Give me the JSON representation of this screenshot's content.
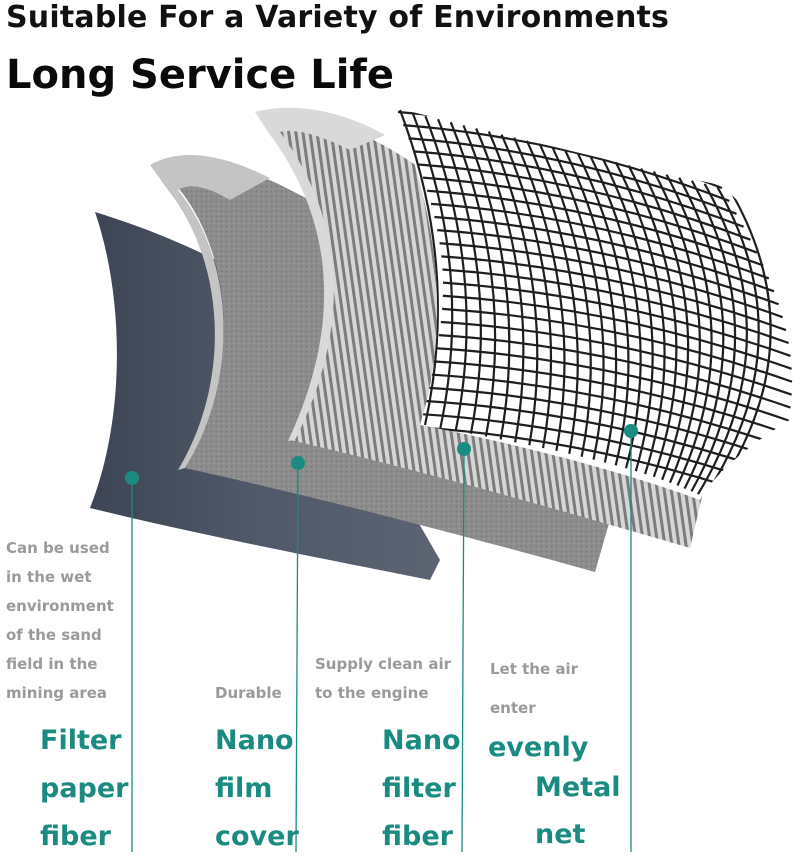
{
  "title_line1": "Suitable For a Variety of Environments",
  "title_line2": "Long Service Life",
  "layers": [
    {
      "description": [
        "Can be used",
        "in the wet",
        "environment",
        "of the sand",
        "field in the",
        "mining area"
      ],
      "label": [
        "Filter",
        "paper",
        "fiber"
      ]
    },
    {
      "description": [
        "Durable"
      ],
      "label": [
        "Nano",
        "film",
        "cover"
      ]
    },
    {
      "description": [
        "Supply clean air",
        "to the engine"
      ],
      "label": [
        "Nano",
        "filter",
        "fiber"
      ]
    },
    {
      "description": [
        "Let the air",
        "enter"
      ],
      "label": [
        "evenly",
        "Metal",
        "net"
      ]
    }
  ],
  "colors": {
    "accent": "#1a8b80",
    "description_text": "#9a9a9a",
    "paper_layer": "#4c5563",
    "film_layer": "#8a8a8a",
    "mesh_line": "#1e1e1e"
  }
}
